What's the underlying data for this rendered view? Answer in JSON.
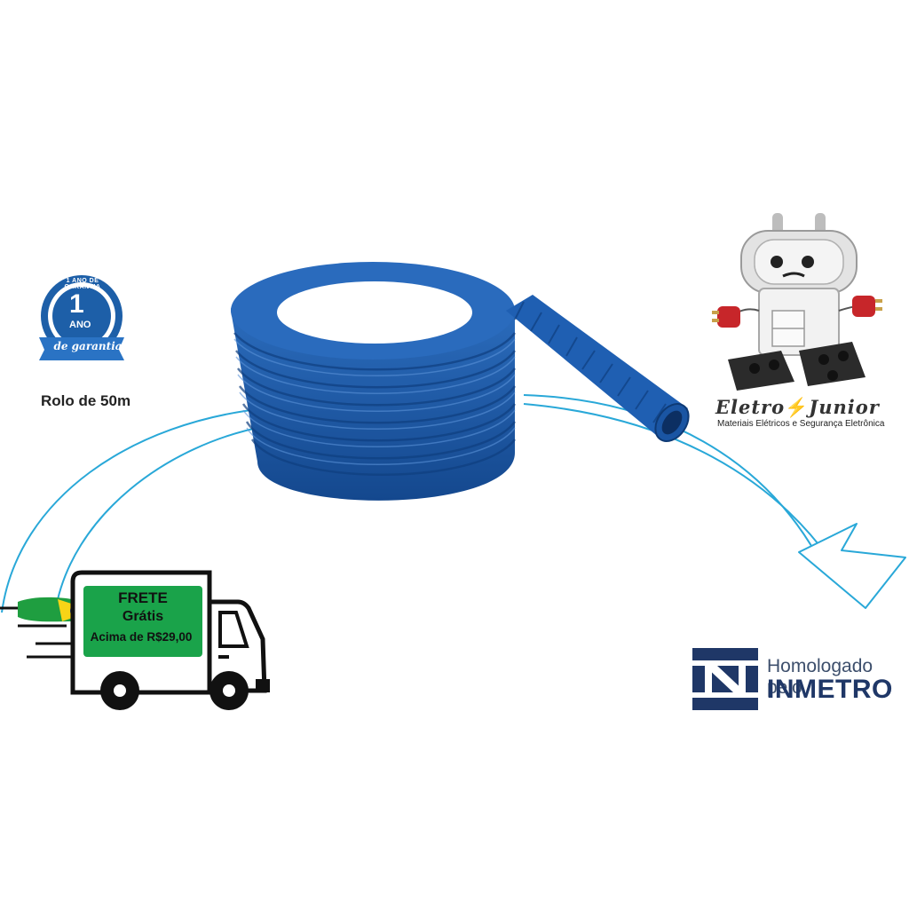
{
  "warranty_seal": {
    "ring_text": "1 ANO DE GARANTIA",
    "number": "1",
    "unit": "ANO",
    "ribbon": "de garantia",
    "color": "#1d5fa8"
  },
  "product": {
    "roll_label": "Rolo de 50m",
    "color": "#1e5fb0"
  },
  "brand": {
    "name_left": "Eletro",
    "name_right": "Junior",
    "bolt": "⚡",
    "tagline": "Materiais Elétricos e Segurança Eletrônica"
  },
  "shipping": {
    "title": "FRETE",
    "subtitle": "Grátis",
    "condition": "Acima de R$29,00",
    "badge_color": "#1aa34a"
  },
  "certification": {
    "prefix": "Homologado pelo",
    "name": "INMETRO",
    "color": "#1f3767"
  },
  "colors": {
    "arc": "#29a8d8"
  }
}
